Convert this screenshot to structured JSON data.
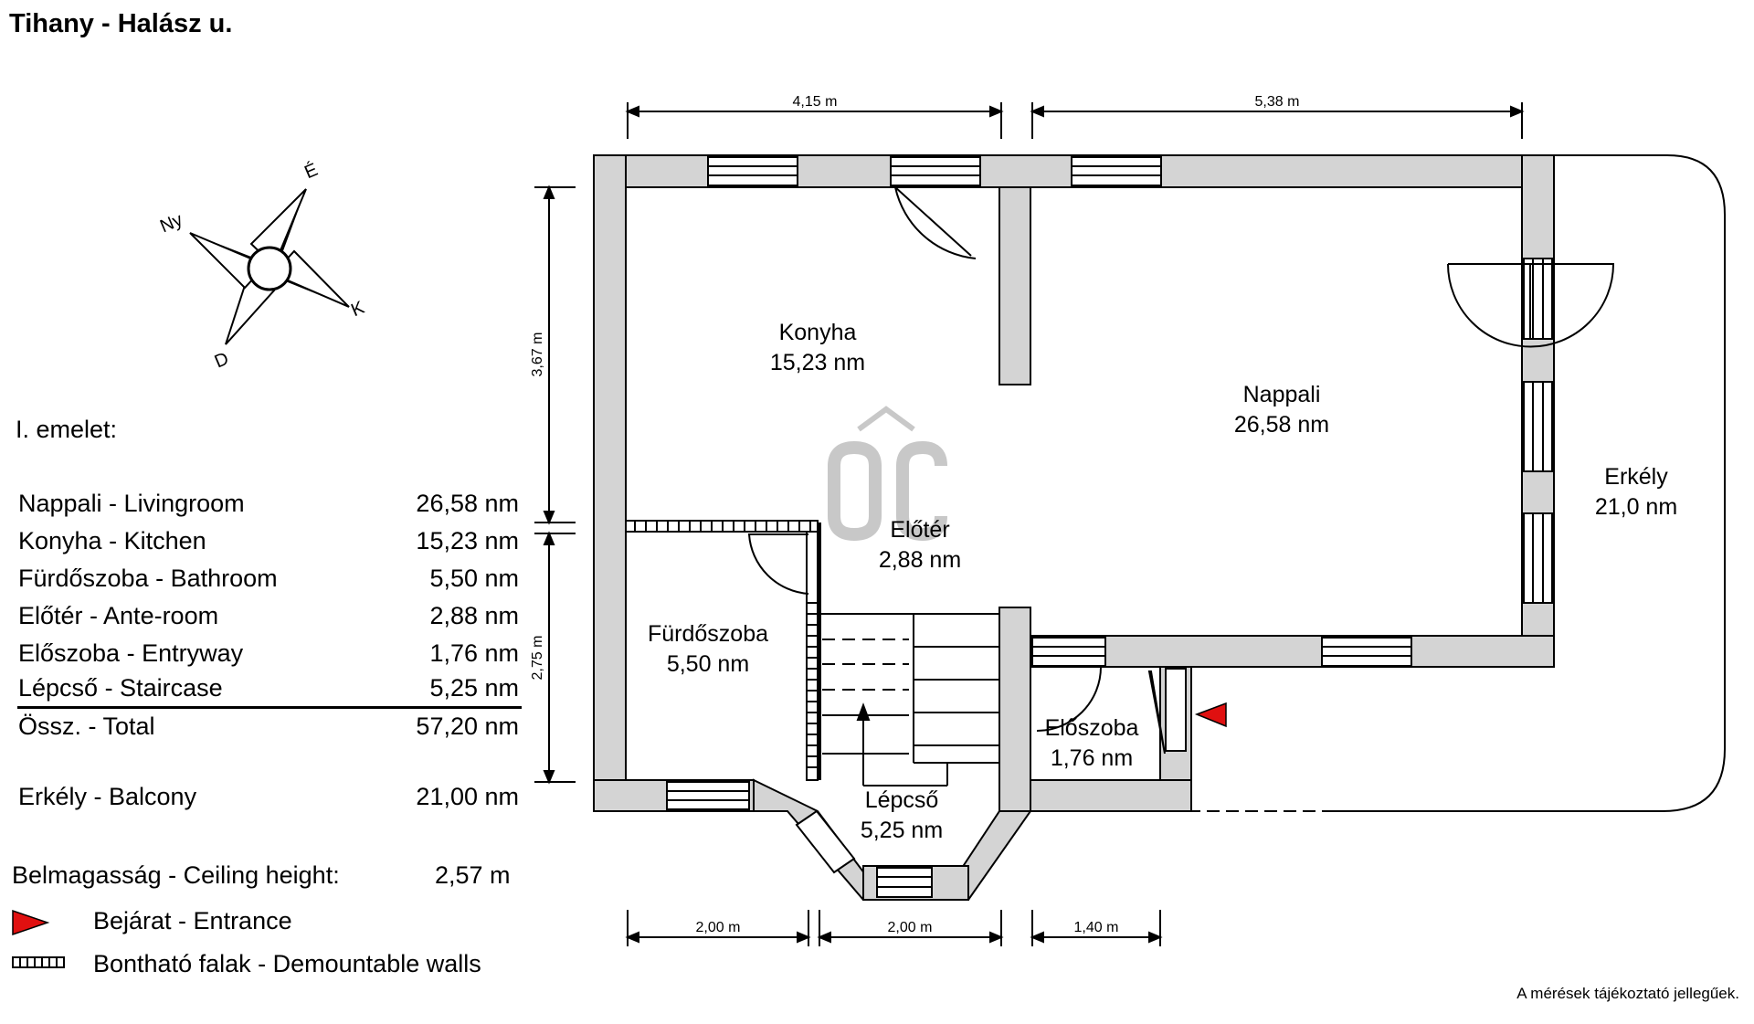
{
  "title": "Tihany  -  Halász u.",
  "floor_label": "I. emelet:",
  "legend": [
    {
      "name": "Nappali - Livingroom",
      "area": "26,58 nm"
    },
    {
      "name": "Konyha - Kitchen",
      "area": "15,23 nm"
    },
    {
      "name": "Fürdőszoba - Bathroom",
      "area": "5,50 nm"
    },
    {
      "name": "Előtér - Ante-room",
      "area": "2,88 nm"
    },
    {
      "name": "Előszoba - Entryway",
      "area": "1,76 nm"
    },
    {
      "name": "Lépcső - Staircase",
      "area": "5,25 nm"
    },
    {
      "name": "Össz. - Total",
      "area": "57,20 nm"
    },
    {
      "name": "Erkély - Balcony",
      "area": "21,00 nm"
    }
  ],
  "ceiling": {
    "label": "Belmagasság - Ceiling height:",
    "value": "2,57 m"
  },
  "entrance_label": "Bejárat - Entrance",
  "walls_label": "Bontható falak - Demountable walls",
  "footnote": "A mérések tájékoztató jellegűek.",
  "compass": {
    "north": "É",
    "east": "K",
    "south": "D",
    "west": "Ny"
  },
  "rooms": {
    "konyha": {
      "name": "Konyha",
      "area": "15,23 nm"
    },
    "nappali": {
      "name": "Nappali",
      "area": "26,58 nm"
    },
    "eloter": {
      "name": "Előtér",
      "area": "2,88 nm"
    },
    "furdo": {
      "name": "Fürdőszoba",
      "area": "5,50 nm"
    },
    "eloszoba": {
      "name": "Előszoba",
      "area": "1,76 nm"
    },
    "lepcso": {
      "name": "Lépcső",
      "area": "5,25 nm"
    },
    "erkely": {
      "name": "Erkély",
      "area": "21,0 nm"
    }
  },
  "dimensions": {
    "top_left": "4,15 m",
    "top_right": "5,38 m",
    "left_upper": "3,67 m",
    "left_lower": "2,75 m",
    "bottom_1": "2,00 m",
    "bottom_2": "2,00 m",
    "bottom_3": "1,40 m"
  },
  "colors": {
    "wall": "#d4d4d4",
    "line": "#000000",
    "entrance": "#e01010",
    "watermark": "#c8c8c8"
  }
}
